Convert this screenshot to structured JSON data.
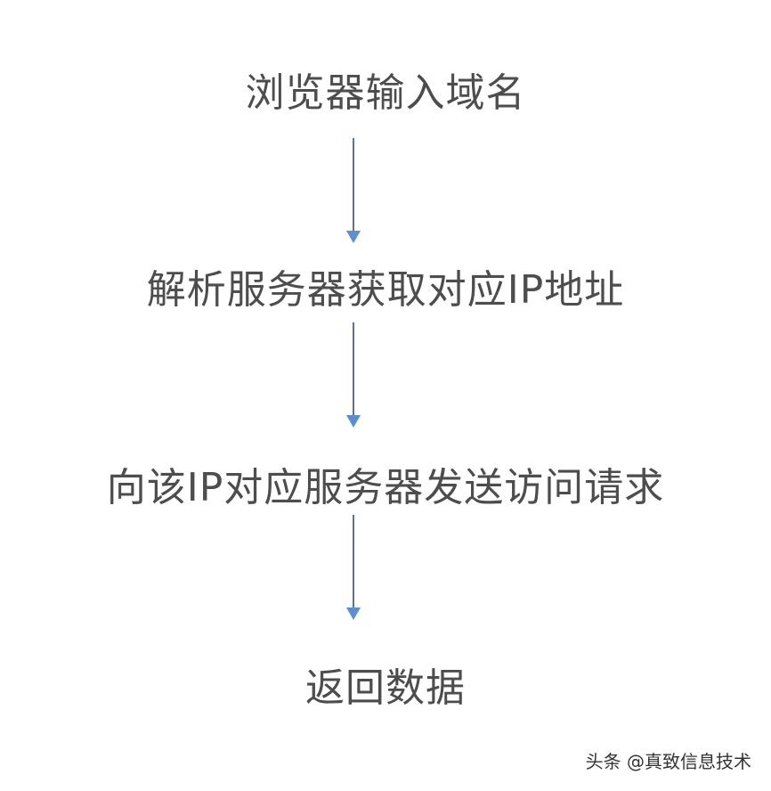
{
  "diagram": {
    "type": "flowchart",
    "direction": "top-to-bottom",
    "steps": [
      {
        "label": "浏览器输入域名"
      },
      {
        "label": "解析服务器获取对应IP地址"
      },
      {
        "label": "向该IP对应服务器发送访问请求"
      },
      {
        "label": "返回数据"
      }
    ],
    "edges": [
      {
        "from": 0,
        "to": 1
      },
      {
        "from": 1,
        "to": 2
      },
      {
        "from": 2,
        "to": 3
      }
    ],
    "colors": {
      "text": "#4d4d4d",
      "arrow_line": "#5b7590",
      "arrow_head": "#5b8fd0",
      "background": "#ffffff"
    }
  },
  "watermark": {
    "text": "头条 @真致信息技术"
  }
}
